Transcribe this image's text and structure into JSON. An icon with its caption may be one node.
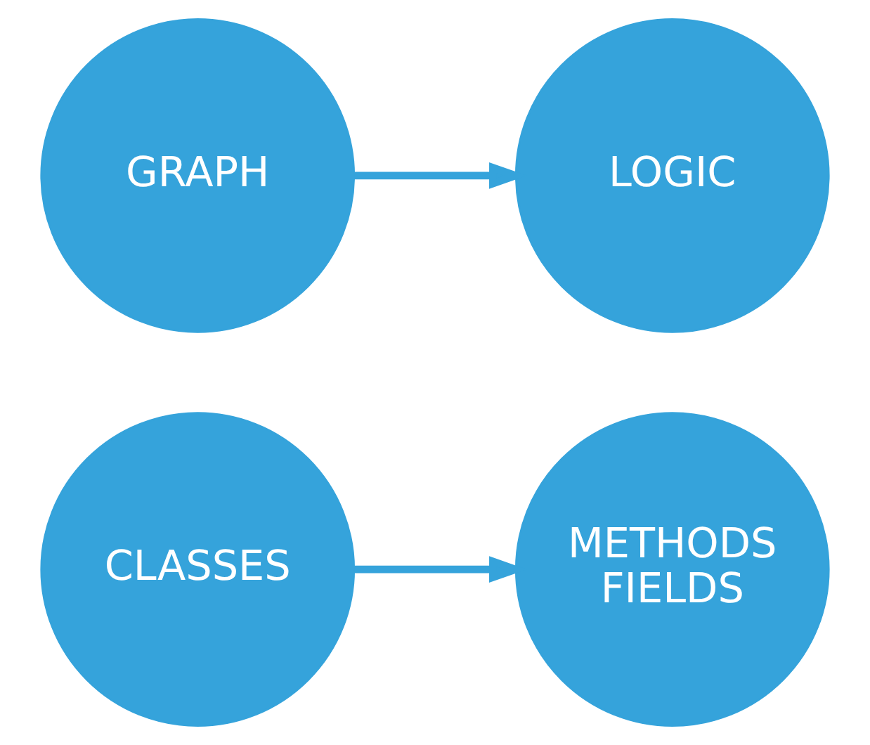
{
  "diagram": {
    "nodes": [
      {
        "text": [
          "GRAPH"
        ]
      },
      {
        "text": [
          "LOGIC"
        ]
      },
      {
        "text": [
          "CLASSES"
        ]
      },
      {
        "text": [
          "METHODS",
          "FIELDS"
        ]
      }
    ],
    "edges": [
      {
        "from": 0,
        "to": 1,
        "arrow": "to"
      },
      {
        "from": 2,
        "to": 3,
        "arrow": "to"
      }
    ]
  }
}
